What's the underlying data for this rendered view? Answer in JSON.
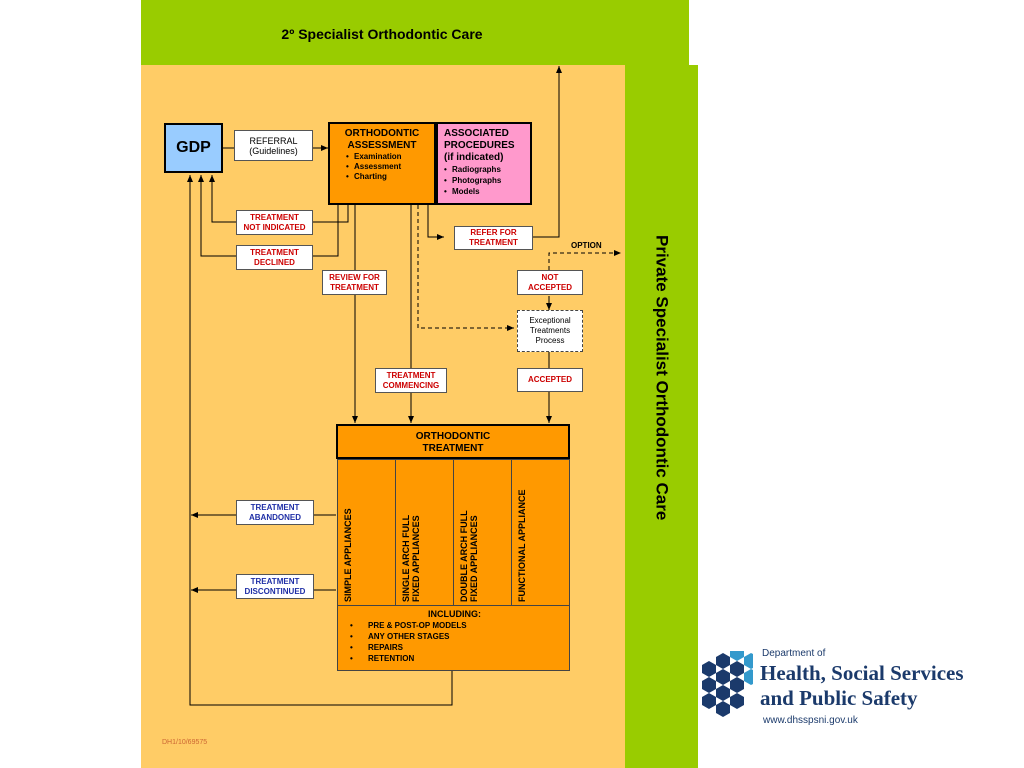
{
  "header": {
    "title": "2º Specialist Orthodontic Care"
  },
  "side_panel": {
    "title": "Private Specialist Orthodontic Care"
  },
  "gdp": {
    "label": "GDP"
  },
  "referral": {
    "line1": "REFERRAL",
    "line2": "(Guidelines)"
  },
  "assessment": {
    "title1": "ORTHODONTIC",
    "title2": "ASSESSMENT",
    "items": [
      "Examination",
      "Assessment",
      "Charting"
    ]
  },
  "associated": {
    "title1": "ASSOCIATED",
    "title2": "PROCEDURES",
    "title3": "(if indicated)",
    "items": [
      "Radiographs",
      "Photographs",
      "Models"
    ]
  },
  "labels": {
    "not_indicated": [
      "TREATMENT",
      "NOT INDICATED"
    ],
    "declined": [
      "TREATMENT",
      "DECLINED"
    ],
    "review": [
      "REVIEW FOR",
      "TREATMENT"
    ],
    "refer": [
      "REFER FOR",
      "TREATMENT"
    ],
    "option": "OPTION",
    "not_accepted": [
      "NOT",
      "ACCEPTED"
    ],
    "exceptional": [
      "Exceptional",
      "Treatments",
      "Process"
    ],
    "commencing": [
      "TREATMENT",
      "COMMENCING"
    ],
    "accepted": "ACCEPTED",
    "abandoned": [
      "TREATMENT",
      "ABANDONED"
    ],
    "discontinued": [
      "TREATMENT",
      "DISCONTINUED"
    ]
  },
  "treatment": {
    "title1": "ORTHODONTIC",
    "title2": "TREATMENT",
    "columns": [
      [
        "SIMPLE APPLIANCES"
      ],
      [
        "SINGLE ARCH FULL",
        "FIXED APPLIANCES"
      ],
      [
        "DOUBLE ARCH FULL",
        "FIXED APPLIANCES"
      ],
      [
        "FUNCTIONAL APPLIANCE"
      ]
    ],
    "including": "INCLUDING:",
    "items": [
      "PRE & POST-OP MODELS",
      "ANY OTHER STAGES",
      "REPAIRS",
      "RETENTION"
    ]
  },
  "footer": {
    "code": "DH1/10/69575"
  },
  "logo": {
    "line1": "Department of",
    "line2": "Health, Social Services",
    "line3": "and Public Safety",
    "url": "www.dhsspsni.gov.uk"
  },
  "colors": {
    "green": "#99cc00",
    "panel": "#ffcc66",
    "orange": "#ff9900",
    "pink": "#ff99cc",
    "gdp": "#99ccff",
    "logo_blue": "#1b3a6b"
  }
}
